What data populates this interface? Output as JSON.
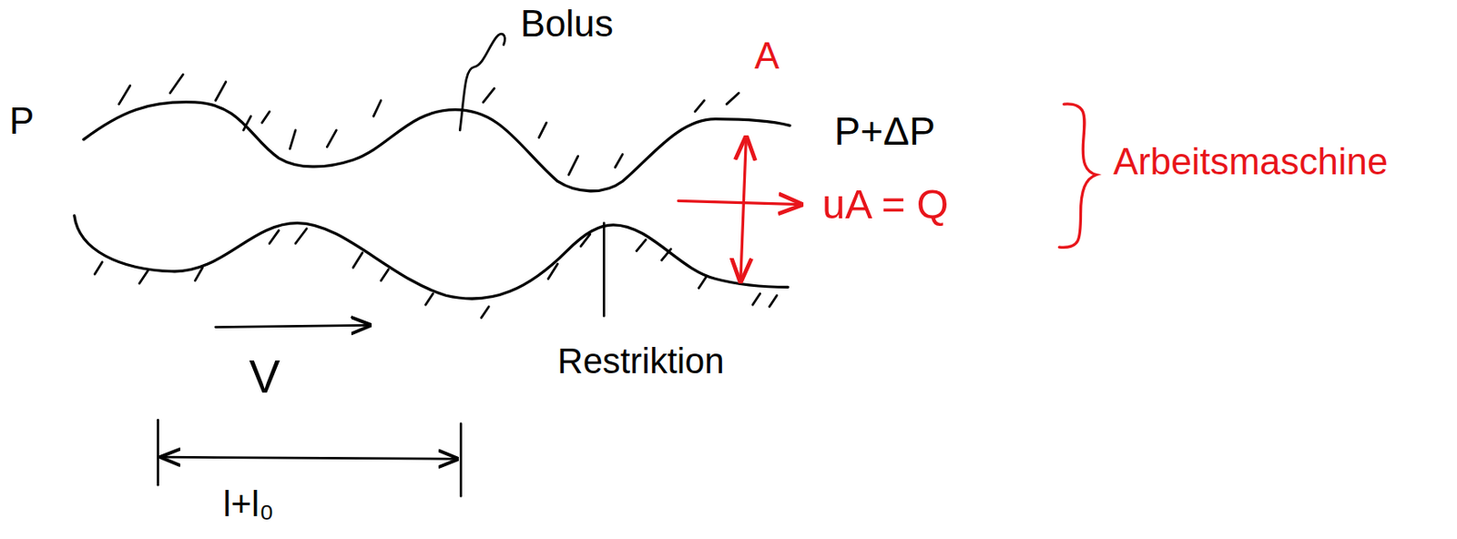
{
  "diagram": {
    "labels": [
      "P",
      "Bolus",
      "A",
      "P+ΔP",
      "uA = Q",
      "Arbeitsmaschine",
      "V",
      "l+l₀",
      "Restriktion"
    ]
  }
}
